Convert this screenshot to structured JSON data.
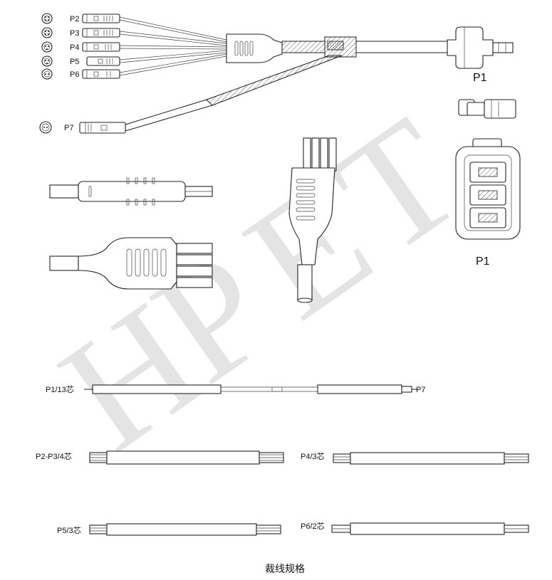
{
  "labels": {
    "p1_top": "P1",
    "p1_front": "P1",
    "p2": "P2",
    "p3": "P3",
    "p4": "P4",
    "p5": "P5",
    "p6": "P6",
    "p7": "P7",
    "cut_main_left": "P1/13芯",
    "cut_main_right": "P7",
    "cut_p2p3": "P2-P3/4芯",
    "cut_p4": "P4/3芯",
    "cut_p5": "P5/3芯",
    "cut_p6": "P6/2芯"
  },
  "watermark": {
    "letters": [
      "H",
      "P",
      "E",
      "T"
    ]
  },
  "caption": "裁线规格"
}
